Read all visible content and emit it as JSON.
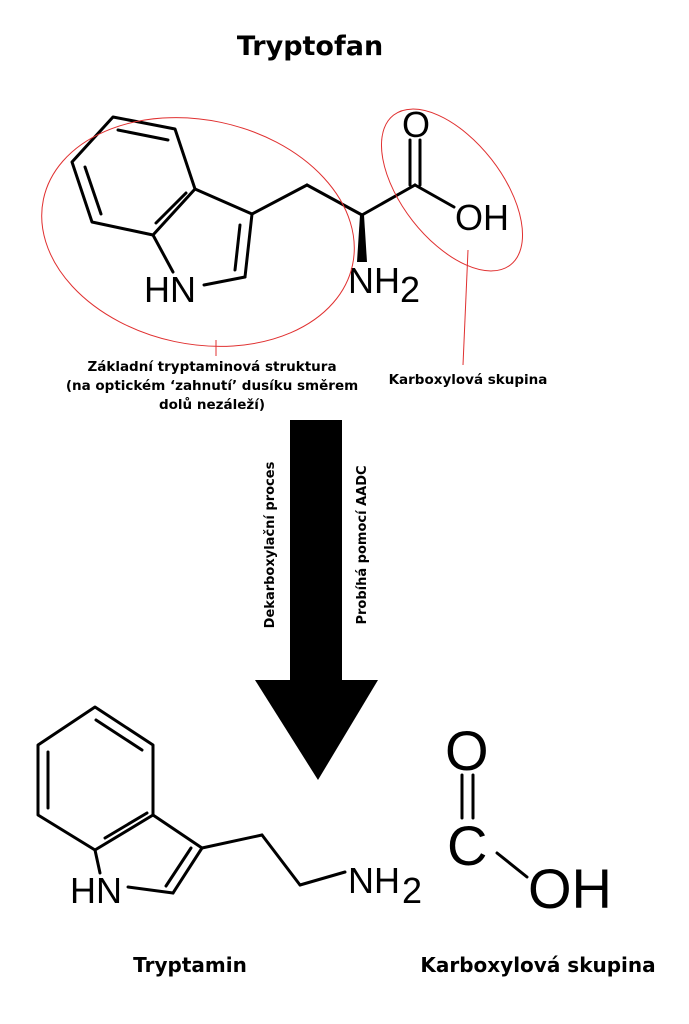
{
  "title": "Tryptofan",
  "tryptophan": {
    "atoms": {
      "hn": "HN",
      "nh2": "NH",
      "nh2_sub": "2",
      "o": "O",
      "oh": "OH"
    },
    "annotation_left": [
      "Základní tryptaminová struktura",
      "(na optickém ‘zahnutí’ dusíku směrem",
      "dolů nezáleží)"
    ],
    "annotation_right": "Karboxylová skupina"
  },
  "arrow": {
    "left_label": "Dekarboxylační proces",
    "right_label": "Probíhá pomocí AADC"
  },
  "tryptamine": {
    "atoms": {
      "hn": "HN",
      "nh2": "NH",
      "nh2_sub": "2"
    },
    "label": "Tryptamin"
  },
  "carboxyl": {
    "atoms": {
      "o": "O",
      "c": "C",
      "oh": "OH"
    },
    "label": "Karboxylová skupina"
  },
  "colors": {
    "highlight": "#e03030",
    "ink": "#000000"
  }
}
